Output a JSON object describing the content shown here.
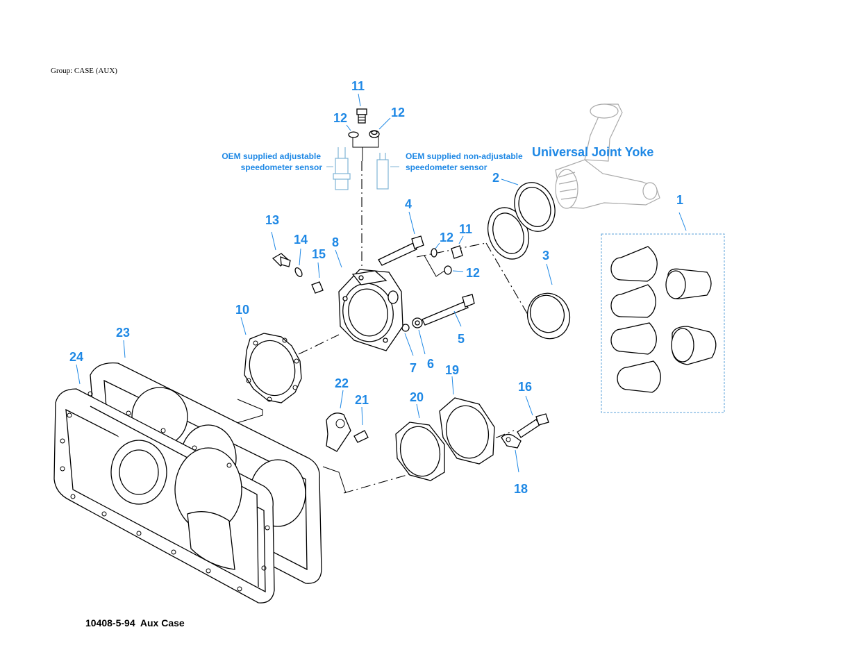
{
  "header": {
    "group_label": "Group: CASE (AUX)"
  },
  "footer": {
    "caption": "10408-5-94  Aux Case"
  },
  "colors": {
    "callout": "#1e88e5",
    "line": "#000000",
    "ghost": "#a9a9a9",
    "kit_border": "#5aa0d8"
  },
  "labels": {
    "yoke": "Universal Joint Yoke",
    "sensor_adjustable_line1": "OEM supplied adjustable",
    "sensor_adjustable_line2": "speedometer sensor",
    "sensor_nonadjustable_line1": "OEM supplied non-adjustable",
    "sensor_nonadjustable_line2": "speedometer sensor"
  },
  "callouts": {
    "c1": "1",
    "c2": "2",
    "c3": "3",
    "c4": "4",
    "c5": "5",
    "c6": "6",
    "c7": "7",
    "c8": "8",
    "c10": "10",
    "c11_top": "11",
    "c11_right": "11",
    "c12_top_left": "12",
    "c12_top_right": "12",
    "c12_mid": "12",
    "c12_low": "12",
    "c13": "13",
    "c14": "14",
    "c15": "15",
    "c16": "16",
    "c18": "18",
    "c19": "19",
    "c20": "20",
    "c21": "21",
    "c22": "22",
    "c23": "23",
    "c24": "24"
  }
}
